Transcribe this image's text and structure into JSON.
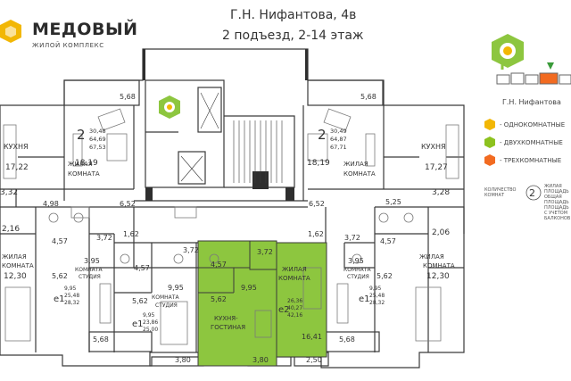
{
  "brand": {
    "name": "МЕДОВЫЙ",
    "subtitle": "ЖИЛОЙ КОМПЛЕКС"
  },
  "header": {
    "line1": "Г.Н. Нифантова, 4в",
    "line2": "2 подъезд, 2-14 этаж"
  },
  "minimap": {
    "street": "Г.Н. Нифантова"
  },
  "legend": {
    "items": [
      {
        "label": "- ОДНОКОМНАТНЫЕ",
        "color": "#f2b705"
      },
      {
        "label": "- ДВУХКОМНАТНЫЕ",
        "color": "#8dc21f"
      },
      {
        "label": "- ТРЕХКОМНАТНЫЕ",
        "color": "#f26b21"
      }
    ],
    "count_note": "КОЛИЧЕСТВО КОМНАТ",
    "area_note": "ЖИЛАЯ ПЛОЩАДЬ ОБЩАЯ ПЛОЩАДЬ ПЛОЩАДЬ С УЧЕТОМ БАЛКОНОВ"
  },
  "colors": {
    "highlight": "#8dc63f",
    "wall": "#3a3a3a",
    "furniture": "#7a7a7a"
  },
  "apartments": [
    {
      "rooms": "2",
      "living": "30,48",
      "total": "64,69",
      "with_balcony": "67,53"
    },
    {
      "rooms": "2",
      "living": "30,49",
      "total": "64,87",
      "with_balcony": "67,71"
    },
    {
      "rooms": "е1",
      "living": "9,95",
      "total": "25,48",
      "with_balcony": "28,32"
    },
    {
      "rooms": "е1",
      "living": "9,95",
      "total": "23,86",
      "with_balcony": "25,00"
    },
    {
      "rooms": "е2",
      "living": "26,36",
      "total": "40,27",
      "with_balcony": "42,16"
    },
    {
      "rooms": "е1",
      "living": "9,95",
      "total": "25,48",
      "with_balcony": "28,32"
    }
  ],
  "labels": {
    "kitchen_left": "КУХНЯ",
    "kitchen_right": "КУХНЯ",
    "living_room": "ЖИЛАЯ",
    "room": "КОМНАТА",
    "room_studio": "КОМНАТА",
    "studio": "СТУДИЯ",
    "kitchen_lounge_1": "КУХНЯ-",
    "kitchen_lounge_2": "ГОСТИНАЯ",
    "living_room_partial": "ЖИЛАЯ"
  },
  "areas": {
    "a568_tl": "5,68",
    "a568_tr": "5,68",
    "a1722": "17,22",
    "a1819_l": "18,19",
    "a1819_r": "18,19",
    "a1727": "17,27",
    "a332": "3,32",
    "a328": "3,28",
    "a498": "4,98",
    "a652_l": "6,52",
    "a652_r": "6,52",
    "a525": "5,25",
    "a216": "2,16",
    "a206": "2,06",
    "a162_l": "1,62",
    "a162_r": "1,62",
    "a372_1": "3,72",
    "a372_2": "3,72",
    "a372_3": "3,72",
    "a372_4": "3,72",
    "a457_1": "4,57",
    "a457_2": "4,57",
    "a457_3": "4,57",
    "a457_4": "4,57",
    "a395_l": "3,95",
    "a395_r": "3,95",
    "a1230_l": "12,30",
    "a1230_r": "12,30",
    "a562_1": "5,62",
    "a562_2": "5,62",
    "a562_3": "5,62",
    "a562_4": "5,62",
    "a995_1": "9,95",
    "a995_2": "9,95",
    "a1641": "16,41",
    "a568_bl": "5,68",
    "a568_br": "5,68",
    "a380_1": "3,80",
    "a380_2": "3,80",
    "a250": "2,50"
  }
}
